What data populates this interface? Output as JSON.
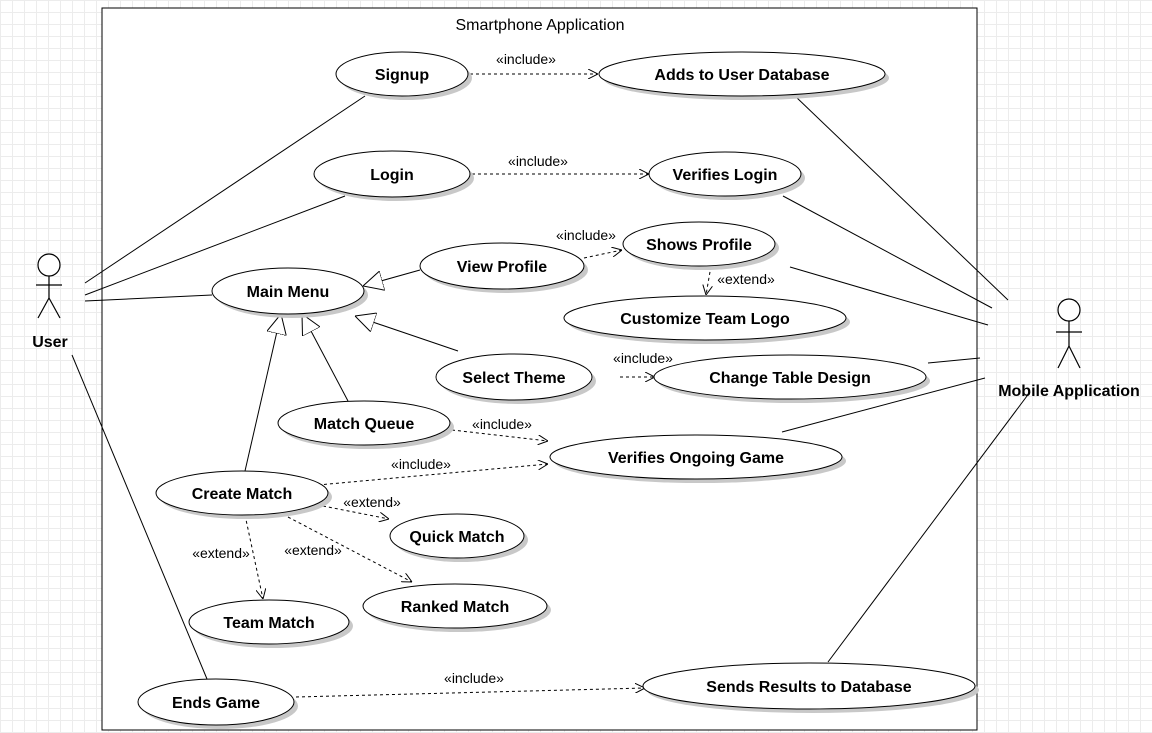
{
  "system": {
    "title": "Smartphone Application"
  },
  "actors": [
    {
      "id": "user",
      "label": "User"
    },
    {
      "id": "mobile",
      "label": "Mobile Application"
    }
  ],
  "use_cases": [
    {
      "id": "signup",
      "label": "Signup"
    },
    {
      "id": "adds_db",
      "label": "Adds to User Database"
    },
    {
      "id": "login",
      "label": "Login"
    },
    {
      "id": "verifies_login",
      "label": "Verifies Login"
    },
    {
      "id": "shows_profile",
      "label": "Shows Profile"
    },
    {
      "id": "view_profile",
      "label": "View Profile"
    },
    {
      "id": "main_menu",
      "label": "Main Menu"
    },
    {
      "id": "customize_logo",
      "label": "Customize Team Logo"
    },
    {
      "id": "select_theme",
      "label": "Select Theme"
    },
    {
      "id": "change_table",
      "label": "Change Table Design"
    },
    {
      "id": "match_queue",
      "label": "Match Queue"
    },
    {
      "id": "verifies_game",
      "label": "Verifies Ongoing Game"
    },
    {
      "id": "create_match",
      "label": "Create Match"
    },
    {
      "id": "quick_match",
      "label": "Quick Match"
    },
    {
      "id": "ranked_match",
      "label": "Ranked Match"
    },
    {
      "id": "team_match",
      "label": "Team Match"
    },
    {
      "id": "ends_game",
      "label": "Ends Game"
    },
    {
      "id": "sends_results",
      "label": "Sends Results to Database"
    }
  ],
  "associations": [
    {
      "from": "user",
      "to": "signup"
    },
    {
      "from": "user",
      "to": "login"
    },
    {
      "from": "user",
      "to": "main_menu"
    },
    {
      "from": "user",
      "to": "ends_game"
    },
    {
      "from": "mobile",
      "to": "adds_db"
    },
    {
      "from": "mobile",
      "to": "verifies_login"
    },
    {
      "from": "mobile",
      "to": "shows_profile"
    },
    {
      "from": "mobile",
      "to": "change_table"
    },
    {
      "from": "mobile",
      "to": "verifies_game"
    },
    {
      "from": "mobile",
      "to": "sends_results"
    }
  ],
  "dependencies": [
    {
      "from": "signup",
      "to": "adds_db",
      "stereotype": "«include»"
    },
    {
      "from": "login",
      "to": "verifies_login",
      "stereotype": "«include»"
    },
    {
      "from": "view_profile",
      "to": "shows_profile",
      "stereotype": "«include»"
    },
    {
      "from": "shows_profile",
      "to": "customize_logo",
      "stereotype": "«extend»"
    },
    {
      "from": "select_theme",
      "to": "change_table",
      "stereotype": "«include»"
    },
    {
      "from": "match_queue",
      "to": "verifies_game",
      "stereotype": "«include»"
    },
    {
      "from": "create_match",
      "to": "verifies_game",
      "stereotype": "«include»"
    },
    {
      "from": "create_match",
      "to": "quick_match",
      "stereotype": "«extend»"
    },
    {
      "from": "create_match",
      "to": "ranked_match",
      "stereotype": "«extend»"
    },
    {
      "from": "create_match",
      "to": "team_match",
      "stereotype": "«extend»"
    },
    {
      "from": "ends_game",
      "to": "sends_results",
      "stereotype": "«include»"
    }
  ],
  "generalizations": [
    {
      "from": "view_profile",
      "to": "main_menu"
    },
    {
      "from": "select_theme",
      "to": "main_menu"
    },
    {
      "from": "match_queue",
      "to": "main_menu"
    },
    {
      "from": "create_match",
      "to": "main_menu"
    }
  ]
}
